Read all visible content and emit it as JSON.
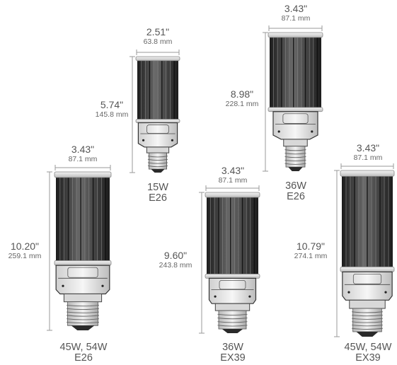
{
  "bulbs": [
    {
      "id": "15w",
      "width_in": "2.51\"",
      "width_mm": "63.8 mm",
      "height_in": "5.74\"",
      "height_mm": "145.8 mm",
      "wattage": "15W",
      "base": "E26"
    },
    {
      "id": "36w-e26",
      "width_in": "3.43\"",
      "width_mm": "87.1 mm",
      "height_in": "8.98\"",
      "height_mm": "228.1 mm",
      "wattage": "36W",
      "base": "E26"
    },
    {
      "id": "45w-54w-e26",
      "width_in": "3.43\"",
      "width_mm": "87.1 mm",
      "height_in": "10.20\"",
      "height_mm": "259.1 mm",
      "wattage": "45W, 54W",
      "base": "E26"
    },
    {
      "id": "36w-ex39",
      "width_in": "3.43\"",
      "width_mm": "87.1 mm",
      "height_in": "9.60\"",
      "height_mm": "243.8 mm",
      "wattage": "36W",
      "base": "EX39"
    },
    {
      "id": "45w-54w-ex39",
      "width_in": "3.43\"",
      "width_mm": "87.1 mm",
      "height_in": "10.79\"",
      "height_mm": "274.1 mm",
      "wattage": "45W, 54W",
      "base": "EX39"
    }
  ],
  "colors": {
    "dimension_line": "#9a9a9a",
    "text": "#555555",
    "bulb_dark": "#2b2b2b",
    "bulb_light": "#e9e9e9"
  }
}
